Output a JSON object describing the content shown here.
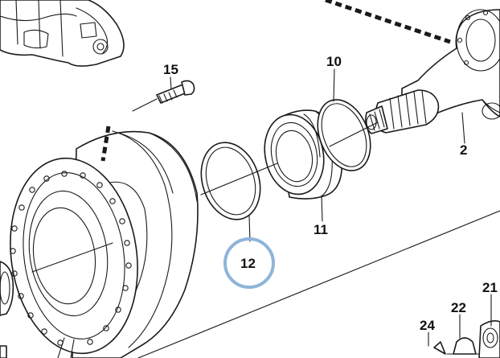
{
  "labels": {
    "part_15": "15",
    "part_10": "10",
    "part_2": "2",
    "part_11": "11",
    "part_12": "12",
    "part_21": "21",
    "part_22": "22",
    "part_24": "24"
  },
  "highlight": {
    "part": "12",
    "color": "#8fb4d9"
  }
}
